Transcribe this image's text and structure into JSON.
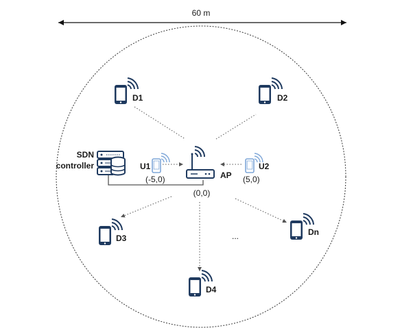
{
  "dimension": {
    "label": "60 m"
  },
  "controller": {
    "line1": "SDN",
    "line2": "controller"
  },
  "access_point": {
    "label": "AP",
    "coords": "(0,0)"
  },
  "users": [
    {
      "id": "U1",
      "coords": "(-5,0)"
    },
    {
      "id": "U2",
      "coords": "(5,0)"
    }
  ],
  "devices": [
    {
      "id": "D1"
    },
    {
      "id": "D2"
    },
    {
      "id": "D3"
    },
    {
      "id": "D4"
    },
    {
      "id": "Dn"
    }
  ],
  "ellipsis": "...",
  "colors": {
    "device": "#1f3a5f",
    "user": "#7fa7d8",
    "line": "#555555",
    "router": "#1f3a5f"
  }
}
